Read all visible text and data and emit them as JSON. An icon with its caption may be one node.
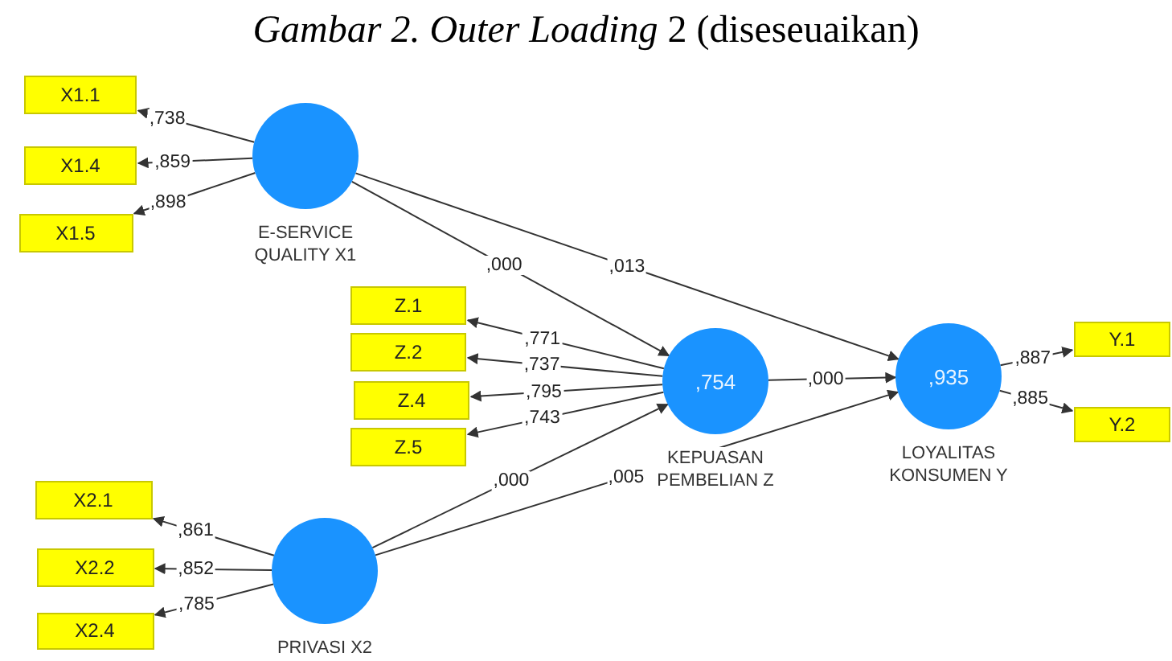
{
  "diagram": {
    "title": "*Gambar 2. Outer Loading* 2 (diseseuaikan)",
    "nodes": [
      {
        "text": [
          "X1.1"
        ]
      },
      {
        "text": [
          "X1.4"
        ]
      },
      {
        "text": [
          "X1.5"
        ]
      },
      {
        "text": [],
        "shape": "circle",
        "beside": [
          "E-SERVICE QUALITY X1"
        ]
      },
      {
        "text": [
          "Z.1"
        ]
      },
      {
        "text": [
          "Z.2"
        ]
      },
      {
        "text": [
          "Z.4"
        ]
      },
      {
        "text": [
          "Z.5"
        ]
      },
      {
        "text": [
          ",754"
        ],
        "beside": [
          "KEPUASAN PEMBELIAN Z"
        ]
      },
      {
        "text": [
          ",935"
        ],
        "beside": [
          "LOYALITAS KONSUMEN Y"
        ]
      },
      {
        "text": [
          "Y.1"
        ]
      },
      {
        "text": [
          "Y.2"
        ]
      },
      {
        "text": [
          "X2.1"
        ]
      },
      {
        "text": [
          "X2.2"
        ]
      },
      {
        "text": [
          "X2.4"
        ]
      },
      {
        "text": [],
        "shape": "circle",
        "beside": [
          "PRIVASI X2"
        ]
      }
    ],
    "edges": [
      {
        "from": 3,
        "to": 0,
        "arrow": "to",
        "label": ",738"
      },
      {
        "from": 3,
        "to": 1,
        "arrow": "to",
        "label": ",859"
      },
      {
        "from": 3,
        "to": 2,
        "arrow": "to",
        "label": ",898"
      },
      {
        "from": 3,
        "to": 8,
        "arrow": "to",
        "label": ",000"
      },
      {
        "from": 3,
        "to": 9,
        "arrow": "to",
        "label": ",013"
      },
      {
        "from": 8,
        "to": 4,
        "arrow": "to",
        "label": ",771"
      },
      {
        "from": 8,
        "to": 5,
        "arrow": "to",
        "label": ",737"
      },
      {
        "from": 8,
        "to": 6,
        "arrow": "to",
        "label": ",795"
      },
      {
        "from": 8,
        "to": 7,
        "arrow": "to",
        "label": ",743"
      },
      {
        "from": 8,
        "to": 9,
        "arrow": "to",
        "label": ",000"
      },
      {
        "from": 15,
        "to": 8,
        "arrow": "to",
        "label": ",000"
      },
      {
        "from": 15,
        "to": 9,
        "arrow": "to",
        "label": ",005"
      },
      {
        "from": 15,
        "to": 12,
        "arrow": "to",
        "label": ",861"
      },
      {
        "from": 15,
        "to": 13,
        "arrow": "to",
        "label": ",852"
      },
      {
        "from": 15,
        "to": 14,
        "arrow": "to",
        "label": ",785"
      },
      {
        "from": 9,
        "to": 10,
        "arrow": "to",
        "label": ",887"
      },
      {
        "from": 9,
        "to": 11,
        "arrow": "to",
        "label": ",885"
      }
    ]
  }
}
